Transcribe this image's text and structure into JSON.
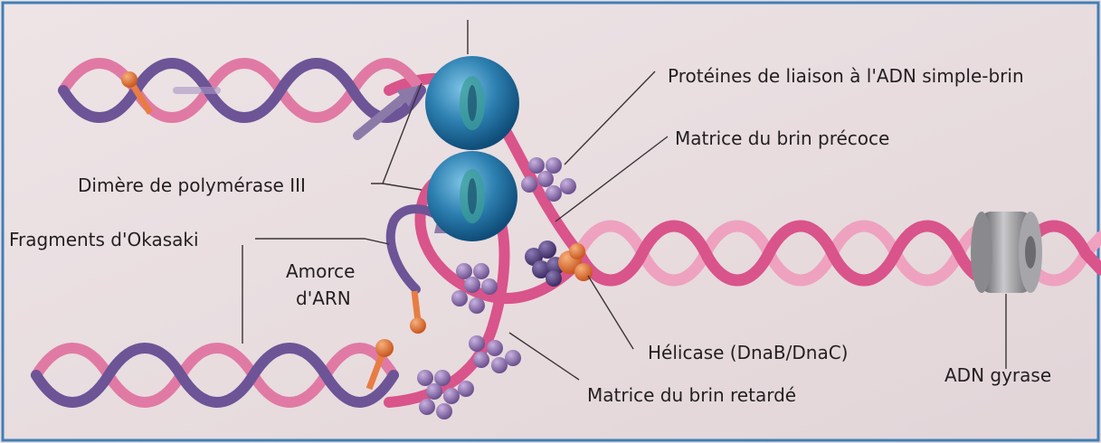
{
  "labels": {
    "ssb_proteins": "Protéines de liaison à l'ADN simple-brin",
    "leading_template": "Matrice du brin précoce",
    "pol3_dimer": "Dimère de polymérase III",
    "okazaki": "Fragments d'Okasaki",
    "primer_line1": "Amorce",
    "primer_line2": "d'ARN",
    "helicase": "Hélicase (DnaB/DnaC)",
    "gyrase": "ADN gyrase",
    "lagging_template": "Matrice du brin retardé"
  },
  "colors": {
    "background": "#e8dde0",
    "border": "#3f7fb7",
    "dna_pink": "#d9548a",
    "dna_pink_light": "#eea2bf",
    "new_strand_purple": "#6d5496",
    "new_strand_light": "#a995c4",
    "polymerase_blue": "#2c7fb0",
    "ssb_purple": "#8a6aaa",
    "helicase_orange": "#e0763a",
    "primer_orange": "#e77d45",
    "gyrase_grey": "#8f8f93",
    "leader_line": "#3a3436"
  }
}
